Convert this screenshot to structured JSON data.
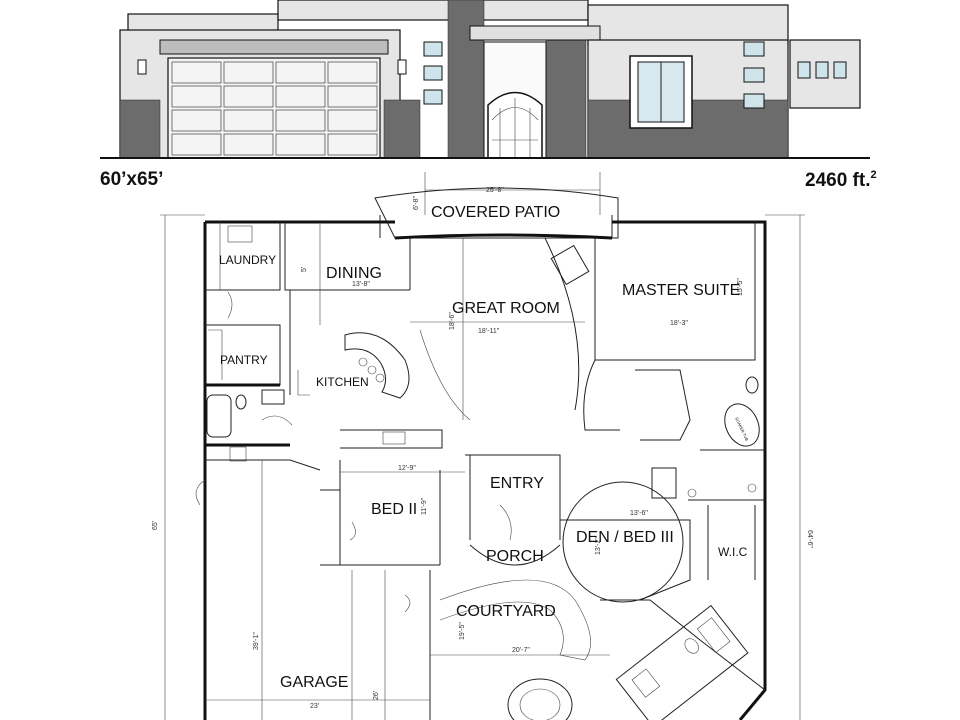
{
  "header": {
    "lot_size": "60’x65’",
    "area_value": "2460 ft.",
    "area_exp": "2"
  },
  "rooms": {
    "covered_patio": "COVERED PATIO",
    "laundry": "LAUNDRY",
    "dining": "DINING",
    "great_room": "GREAT ROOM",
    "master_suite": "MASTER SUITE",
    "pantry": "PANTRY",
    "kitchen": "KITCHEN",
    "entry": "ENTRY",
    "bed2": "BED II",
    "den": "DEN / BED III",
    "wic": "W.I.C",
    "porch": "PORCH",
    "courtyard": "COURTYARD",
    "garage": "GARAGE"
  },
  "dimensions": {
    "patio_width": "25'-8\"",
    "patio_depth": "6'-8\"",
    "dining_width": "13'-8\"",
    "dining_depth": "5'",
    "great_width": "18'-11\"",
    "great_depth": "18'-6\"",
    "master_width": "18'-3\"",
    "master_depth": "15'-5\"",
    "bed2_width": "12'-9\"",
    "bed2_depth": "11'-9\"",
    "den_width": "13'-6\"",
    "den_depth": "13'-2\"",
    "courtyard_width": "20'-7\"",
    "courtyard_depth": "19'-5\"",
    "garage_width": "23'",
    "garage_depth": "39'-1\"",
    "garage_depth2": "26'",
    "overall_left": "65'",
    "overall_right": "64'-6\""
  },
  "fixtures": {
    "tub_label": "SOAKER TUB"
  },
  "colors": {
    "line": "#111111",
    "stone": "#6c6c6c",
    "stucco": "#e6e6e6",
    "background": "#ffffff"
  }
}
